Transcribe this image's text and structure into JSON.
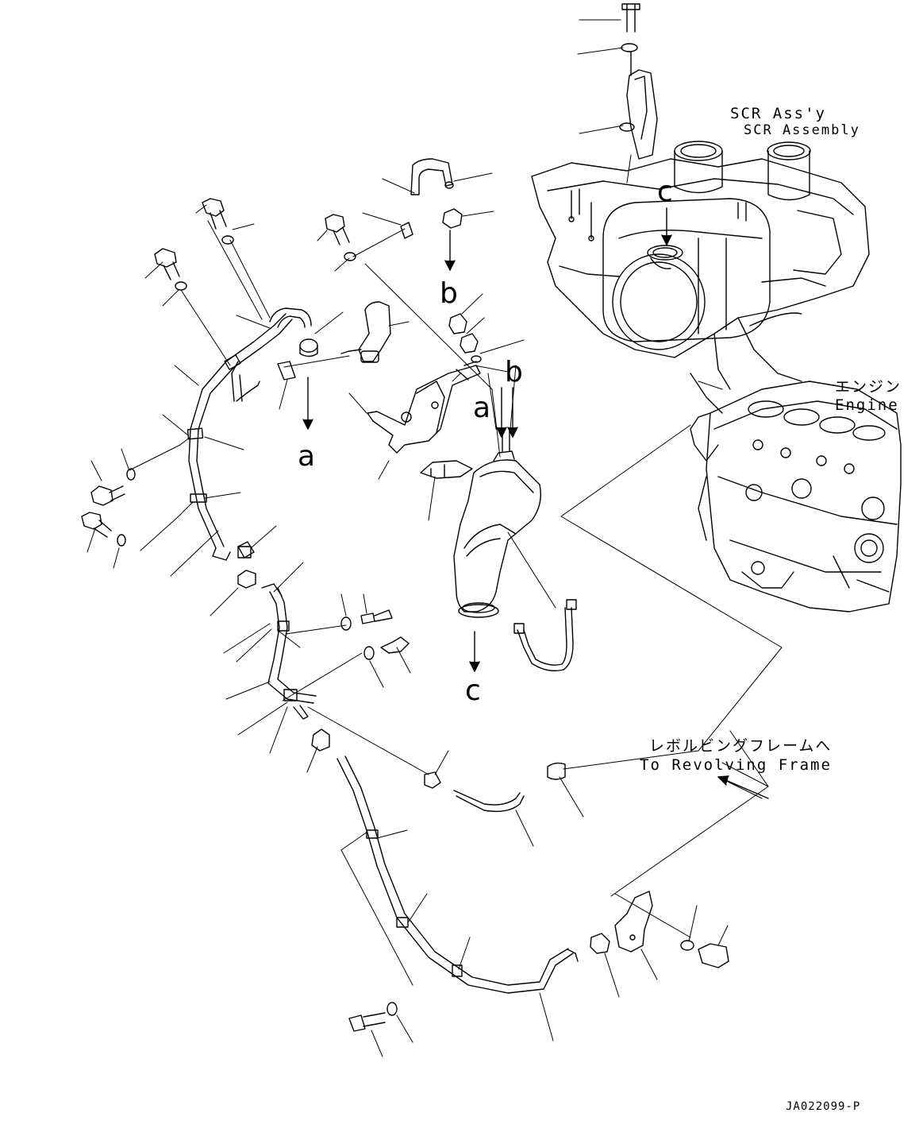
{
  "annotations": {
    "scr": {
      "line1": "SCR Ass'y",
      "line2": "SCR Assembly"
    },
    "engine": {
      "line1": "エンジン",
      "line2": "Engine"
    },
    "frame": {
      "line1": "レボルビングフレームへ",
      "line2": "To Revolving Frame"
    }
  },
  "connections": {
    "c_top": "c",
    "b_left": "b",
    "b_right": "b",
    "a_left": "a",
    "a_right": "a",
    "c_bottom": "c"
  },
  "drawing_code": "JA022099-P",
  "colors": {
    "line": "#000000",
    "background": "#ffffff"
  }
}
